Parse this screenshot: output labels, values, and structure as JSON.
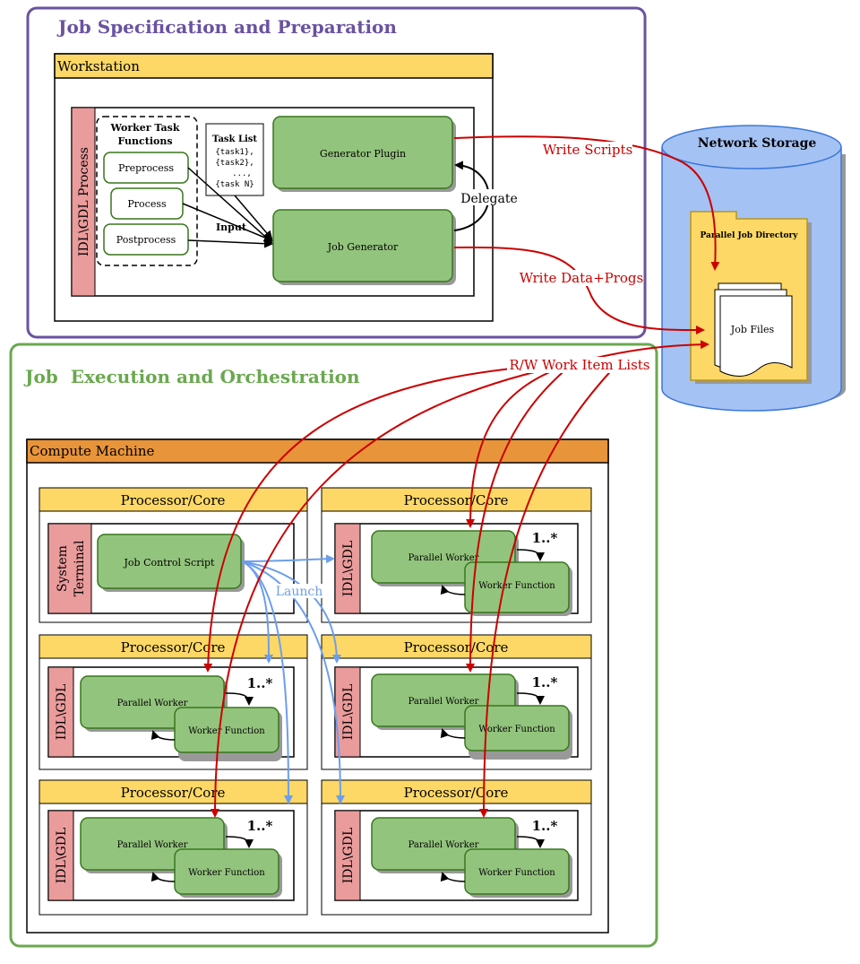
{
  "spec_group": {
    "title": "Job Specification and Preparation"
  },
  "workstation": {
    "title": "Workstation",
    "process_label": "IDL\\GDL Process",
    "worker_task_functions": {
      "title_line1": "Worker Task",
      "title_line2": "Functions"
    },
    "functions": [
      "Preprocess",
      "Process",
      "Postprocess"
    ],
    "task_list": {
      "title": "Task List",
      "items": [
        "{task1},",
        "{task2},",
        "...,",
        "{task N}"
      ]
    },
    "input_label": "Input",
    "generator_plugin": "Generator Plugin",
    "job_generator": "Job Generator",
    "delegate_label": "Delegate"
  },
  "storage": {
    "title": "Network Storage",
    "directory": "Parallel Job Directory",
    "files": "Job Files"
  },
  "flows": {
    "write_scripts": "Write Scripts",
    "write_data_progs": "Write Data+Progs",
    "rw_work_items": "R/W Work Item Lists",
    "launch": "Launch"
  },
  "exec_group": {
    "title": "Job  Execution and Orchestration"
  },
  "compute": {
    "title": "Compute Machine",
    "core_title": "Processor/Core",
    "terminal_label_line1": "System",
    "terminal_label_line2": "Terminal",
    "job_control_script": "Job Control Script",
    "idl_label": "IDL\\GDL",
    "parallel_worker": "Parallel Worker",
    "worker_function": "Worker Function",
    "multiplicity": "1..*"
  },
  "colors": {
    "purple": "#6a52a0",
    "green_border": "#6aa84f",
    "yellow_header": "#fdd866",
    "orange_header": "#e8943a",
    "pink_sidebar": "#ea9b9b",
    "green_box": "#93c47d",
    "storage_blue": "#a4c2f4",
    "red_arrow": "#cc0000",
    "blue_arrow": "#6d9eeb"
  }
}
